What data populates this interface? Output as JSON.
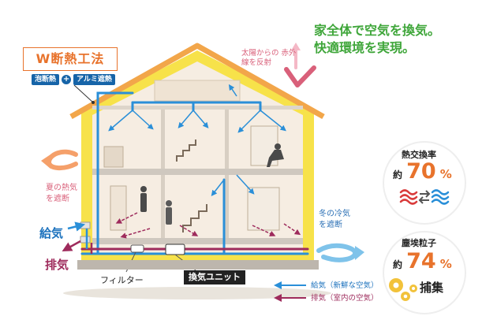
{
  "method": {
    "label": "W断熱工法"
  },
  "insulation": {
    "foam": "泡断熱",
    "plus": "+",
    "foil": "アルミ遮熱"
  },
  "sun_note": "太陽からの 赤外線を反射",
  "headline": {
    "line1": "家全体で空気を換気。",
    "line2": "快適環境を実現。"
  },
  "heat_exchange": {
    "title": "熱交換率",
    "prefix": "約",
    "value": "70",
    "unit": "%"
  },
  "summer_note": "夏の熱気 を遮断",
  "winter_note": "冬の冷気 を遮断",
  "side_labels": {
    "supply": "給気",
    "exhaust": "排気"
  },
  "components": {
    "filter": "フィルター",
    "unit": "換気ユニット"
  },
  "legend": {
    "supply": "給気（新鮮な空気）",
    "exhaust": "排気（室内の空気）"
  },
  "dust": {
    "title": "塵埃粒子",
    "prefix": "約",
    "value": "74",
    "unit": "%",
    "caption": "捕集"
  },
  "colors": {
    "supply": "#2a8fd8",
    "exhaust": "#9e2b5c",
    "accent_orange": "#e8732c",
    "headline_green": "#3fa63a",
    "insulation_yellow": "#f7e24a",
    "roof_orange": "#f2a64a",
    "winter_blue": "#7fc3ea"
  }
}
